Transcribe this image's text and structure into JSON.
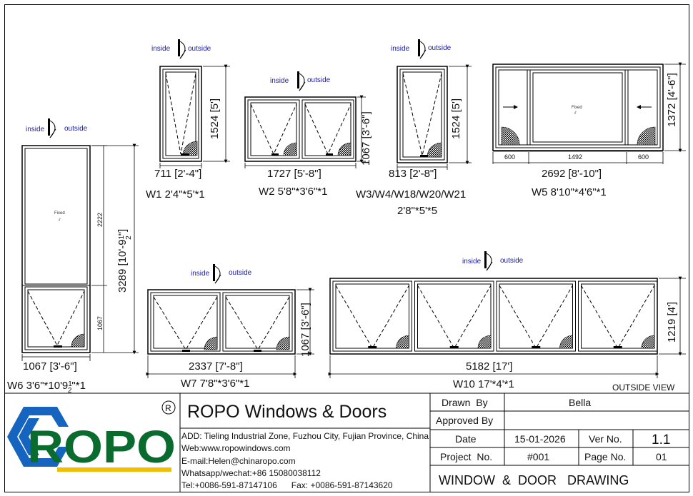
{
  "windows": [
    {
      "id": "W1",
      "label": "W1 2'4\"*5'*1",
      "width_dim": "711 [2'-4\"]",
      "height_dim": "1524 [5']",
      "inside": "inside",
      "outside": "outside"
    },
    {
      "id": "W2",
      "label": "W2 5'8\"*3'6\"*1",
      "width_dim": "1727 [5'-8\"]",
      "height_dim": "1067 [3'-6\"]",
      "inside": "inside",
      "outside": "outside"
    },
    {
      "id": "W3",
      "label": "W3/W4/W18/W20/W21",
      "label2": "2'8\"*5'*5",
      "width_dim": "813 [2'-8\"]",
      "height_dim": "1524 [5']",
      "inside": "inside",
      "outside": "outside"
    },
    {
      "id": "W5",
      "label": "W5 8'10\"*4'6\"*1",
      "width_dim": "2692 [8'-10\"]",
      "height_dim": "1372 [4'-6\"]",
      "seg_dims": [
        "600",
        "1492",
        "600"
      ],
      "fixed": "Fixed"
    },
    {
      "id": "W6",
      "label": "W6 3'6\"*10'9",
      "label_frac": "1",
      "label_frac_den": "2",
      "label_tail": "\"*1",
      "width_dim": "1067 [3'-6\"]",
      "height_dim": "3289 [10'-9",
      "height_tail": "\"]",
      "seg_dims": [
        "2222",
        "1067"
      ],
      "fixed": "Fixed",
      "inside": "inside",
      "outside": "outside"
    },
    {
      "id": "W7",
      "label": "W7 7'8\"*3'6\"*1",
      "width_dim": "2337 [7'-8\"]",
      "height_dim": "1067 [3'-6\"]",
      "inside": "inside",
      "outside": "outside"
    },
    {
      "id": "W10",
      "label": "W10 17'*4'*1",
      "width_dim": "5182 [17']",
      "height_dim": "1219 [4']",
      "inside": "inside",
      "outside": "outside"
    }
  ],
  "outside_view": "OUTSIDE VIEW",
  "title_block": {
    "logo_text": "ROPO",
    "registered": "®",
    "company": "ROPO Windows & Doors",
    "address": "ADD: Tieling Industrial Zone, Fuzhou City, Fujian Province, China",
    "web": "Web:www.ropowindows.com",
    "email": "E-mail:Helen@chinaropo.com",
    "whatsapp": "Whatsapp/wechat:+86 15080038112",
    "tel_fax": "Tel:+0086-591-87147106      Fax: +0086-591-87143620",
    "drawn_by_label": "Drawn  By",
    "drawn_by": "Bella",
    "approved_by_label": "Approved By",
    "date_label": "Date",
    "date": "15-01-2026",
    "ver_label": "Ver No.",
    "ver": "1.1",
    "project_label": "Project  No.",
    "project": "#001",
    "page_label": "Page No.",
    "page": "01",
    "drawing_title": "WINDOW  &  DOOR   DRAWING"
  },
  "colors": {
    "logo_blue": "#1565c0",
    "logo_green": "#0a6b2e",
    "logo_yellow": "#f0c000",
    "io_blue": "#1a1aa6"
  }
}
